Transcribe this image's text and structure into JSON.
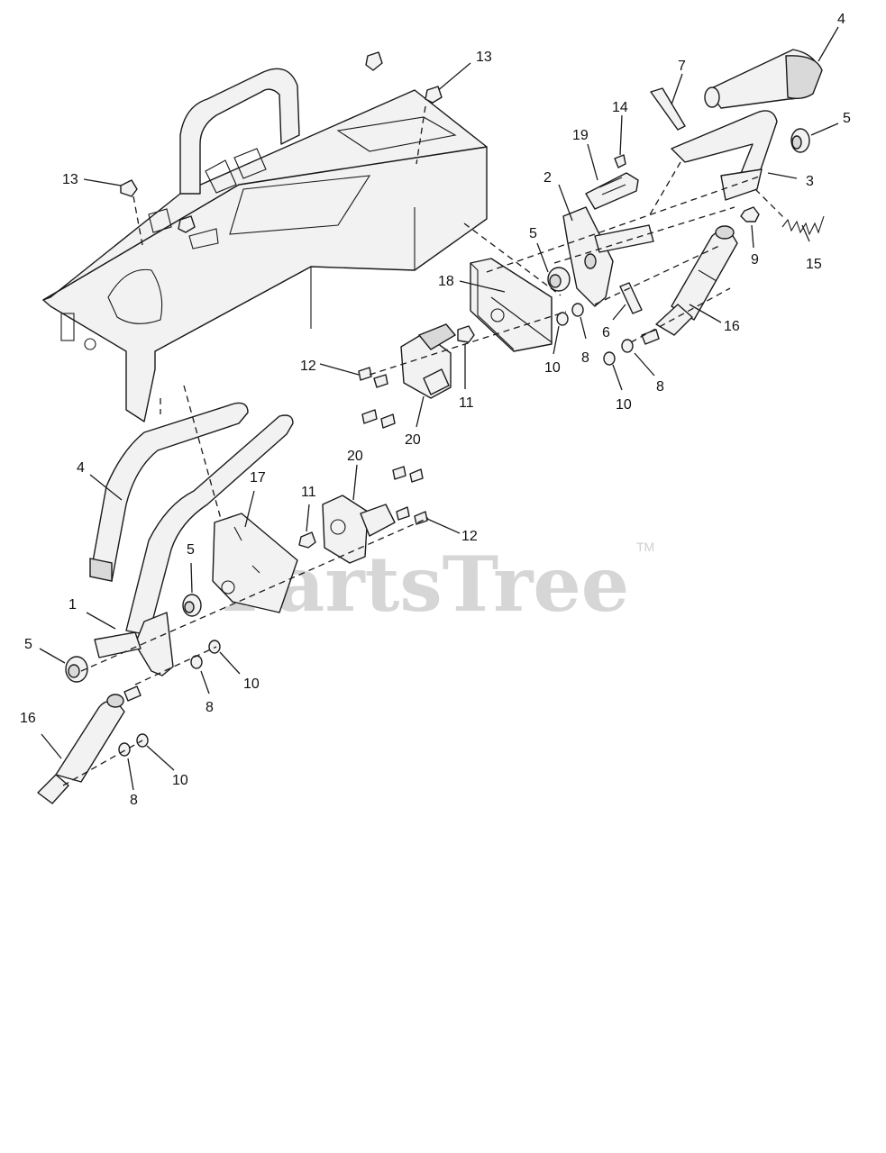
{
  "watermark": {
    "text": "PartsTree",
    "trademark": "TM"
  },
  "callouts": {
    "c1": "1",
    "c2": "2",
    "c3": "3",
    "c4a": "4",
    "c4b": "4",
    "c5a": "5",
    "c5b": "5",
    "c5c": "5",
    "c5d": "5",
    "c6": "6",
    "c7": "7",
    "c8a": "8",
    "c8b": "8",
    "c8c": "8",
    "c8d": "8",
    "c9": "9",
    "c10a": "10",
    "c10b": "10",
    "c10c": "10",
    "c10d": "10",
    "c11a": "11",
    "c11b": "11",
    "c12a": "12",
    "c12b": "12",
    "c13a": "13",
    "c13b": "13",
    "c14": "14",
    "c15": "15",
    "c16a": "16",
    "c16b": "16",
    "c17": "17",
    "c18": "18",
    "c19": "19",
    "c20a": "20",
    "c20b": "20"
  }
}
